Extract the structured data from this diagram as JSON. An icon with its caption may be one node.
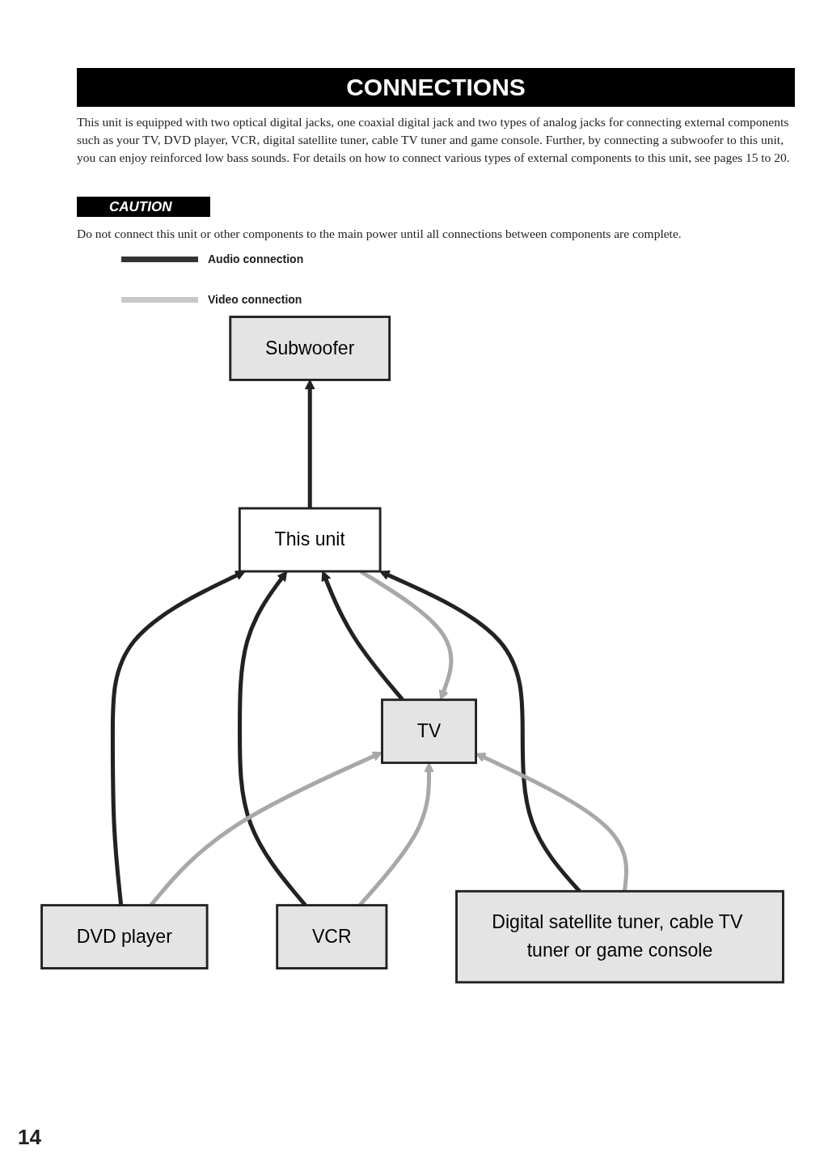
{
  "diagram": {
    "title": "CONNECTIONS",
    "nodes": [
      {
        "text": [
          "TV"
        ]
      },
      {
        "text": [
          "This unit"
        ]
      },
      {
        "text": [
          "DVD player"
        ]
      },
      {
        "text": [
          "Subwoofer"
        ]
      },
      {
        "text": [
          "VCR"
        ]
      },
      {
        "text": [
          "Digital satellite tuner, cable TV tuner or game console"
        ]
      }
    ],
    "edges": [
      {
        "from": 0,
        "to": 1,
        "arrow": "to"
      },
      {
        "from": 2,
        "to": 1,
        "arrow": "to"
      },
      {
        "from": 1,
        "to": 3,
        "arrow": "to"
      },
      {
        "from": 4,
        "to": 1,
        "arrow": "to"
      },
      {
        "from": 5,
        "to": 1,
        "arrow": "to"
      },
      {
        "from": 2,
        "to": 0,
        "arrow": "to",
        "color": "#a8a8a8"
      },
      {
        "from": 1,
        "to": 0,
        "arrow": "to",
        "color": "#a8a8a8"
      },
      {
        "from": 4,
        "to": 0,
        "arrow": "to",
        "color": "#a8a8a8"
      },
      {
        "from": 5,
        "to": 0,
        "arrow": "to",
        "color": "#a8a8a8"
      }
    ],
    "labels": [
      "This unit is equipped with two optical digital jacks, one coaxial digital jack and two types of analog jacks for connecting external components such as your TV, DVD player, VCR, digital satellite tuner, cable TV tuner and game console. Further, by connecting a subwoofer to this unit, you can enjoy reinforced low bass sounds. For details on how to connect various types of external components to this unit, see pages 15 to 20.",
      "CAUTION",
      "Do not connect this unit or other components to the main power until all connections between components are complete.",
      "14"
    ],
    "legend": [
      {
        "text": "Audio connection",
        "color": "#333333"
      },
      {
        "text": "Video connection",
        "color": "#c8c8c8"
      }
    ]
  }
}
